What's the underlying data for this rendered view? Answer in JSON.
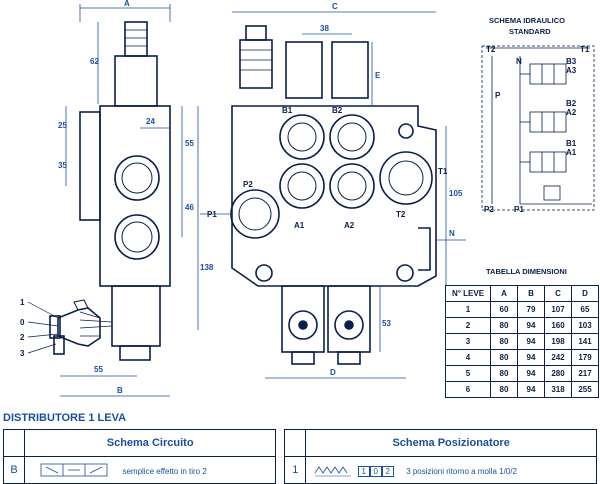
{
  "dimension_labels": {
    "A": "A",
    "B": "B",
    "C": "C",
    "D": "D",
    "E": "E",
    "N": "N",
    "d62": "62",
    "d25": "25",
    "d35": "35",
    "d24": "24",
    "d55_top": "55",
    "d46": "46",
    "d138": "138",
    "d55_bottom": "55",
    "d38": "38",
    "d105": "105",
    "d53": "53"
  },
  "port_labels": {
    "B1": "B1",
    "B2": "B2",
    "P2": "P2",
    "P1": "P1",
    "A1": "A1",
    "A2": "A2",
    "T1": "T1",
    "T2": "T2"
  },
  "lever_positions": [
    "1",
    "0",
    "2",
    "3"
  ],
  "hydraulic_scheme": {
    "title_line1": "SCHEMA IDRAULICO",
    "title_line2": "STANDARD",
    "labels": {
      "T2": "T2",
      "T1": "T1",
      "N": "N",
      "P": "P",
      "B3": "B3",
      "A3": "A3",
      "B2": "B2",
      "A2": "A2",
      "B1": "B1",
      "A1": "A1",
      "P2": "P2",
      "P1": "P1"
    }
  },
  "dimension_table": {
    "title": "TABELLA DIMENSIONI",
    "headers": [
      "N° LEVE",
      "A",
      "B",
      "C",
      "D"
    ],
    "rows": [
      [
        "1",
        "60",
        "79",
        "107",
        "65"
      ],
      [
        "2",
        "80",
        "94",
        "160",
        "103"
      ],
      [
        "3",
        "80",
        "94",
        "198",
        "141"
      ],
      [
        "4",
        "80",
        "94",
        "242",
        "179"
      ],
      [
        "5",
        "80",
        "94",
        "280",
        "217"
      ],
      [
        "6",
        "80",
        "94",
        "318",
        "255"
      ]
    ]
  },
  "distributor_title": "DISTRIBUTORE 1 LEVA",
  "bottom_table": {
    "circuit_header": "Schema Circuito",
    "positioner_header": "Schema Posizionatore",
    "circuit_code": "B",
    "circuit_desc": "semplice effetto in tiro 2",
    "positioner_code": "1",
    "positioner_symbol_labels": [
      "1",
      "0",
      "2"
    ],
    "positioner_desc": "3 posizioni ritorno a molla 1/0/2"
  },
  "colors": {
    "line": "#0a1f4a",
    "dimension": "#1b4f9c",
    "body_fill": "#ffffff"
  }
}
